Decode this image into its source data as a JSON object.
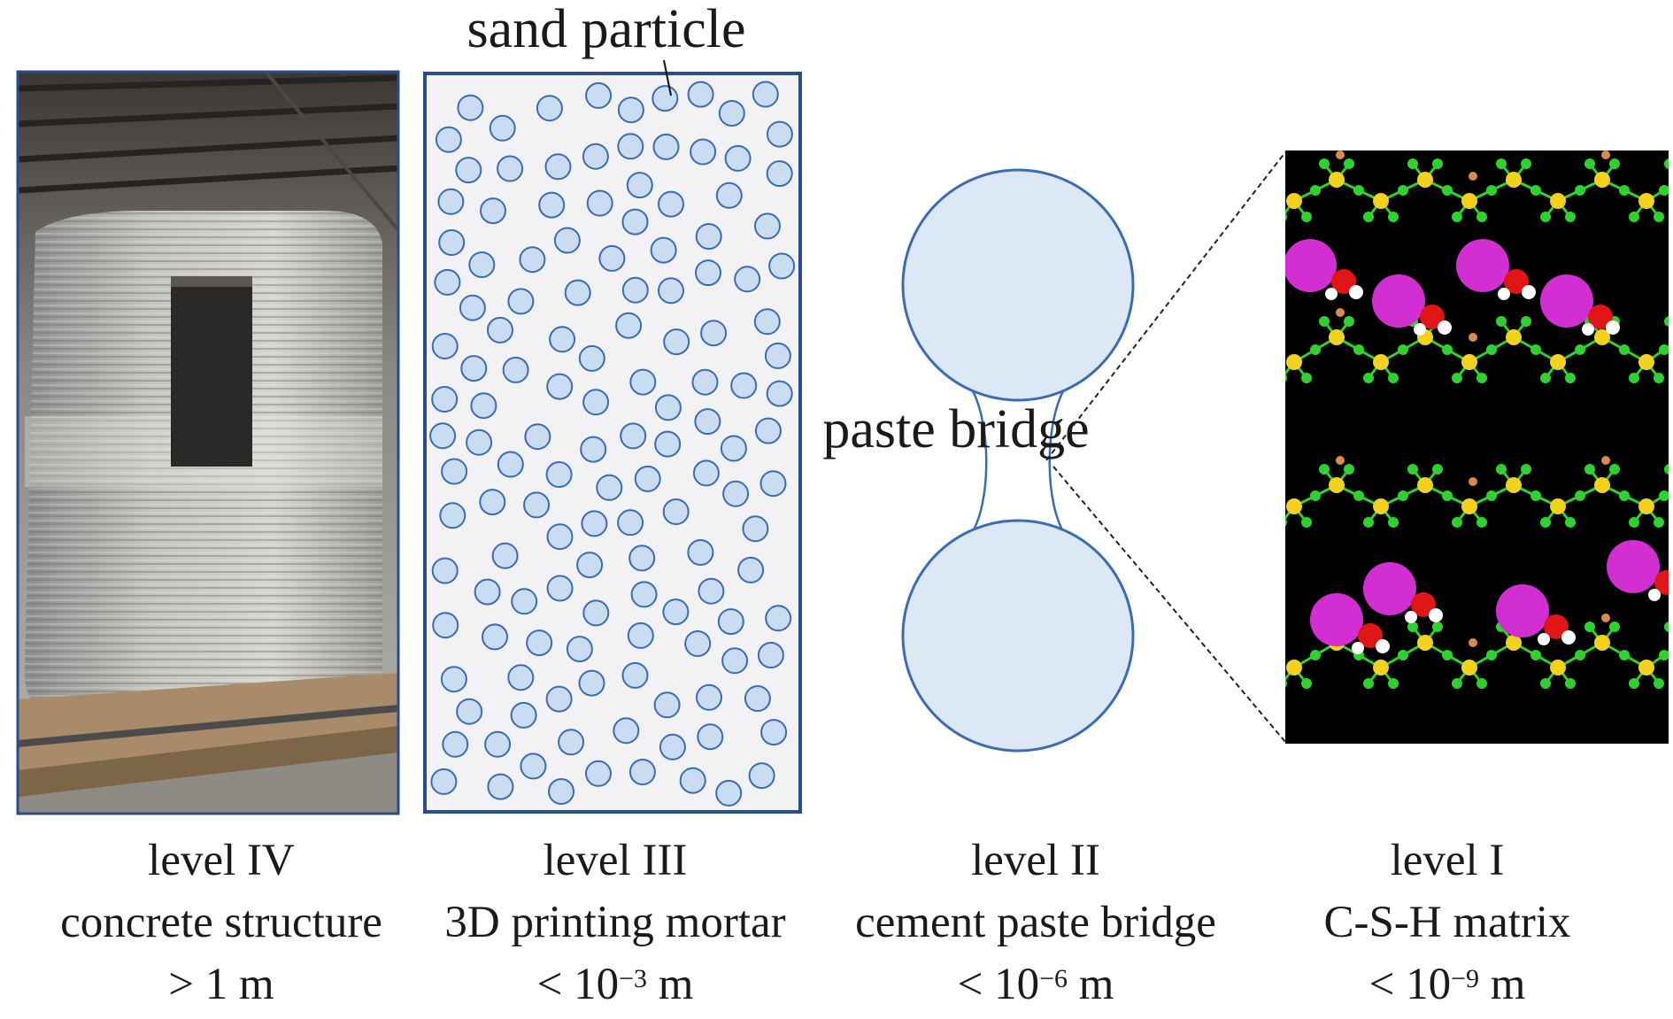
{
  "annotations": {
    "sand_particle": "sand particle",
    "paste_bridge": "paste bridge"
  },
  "levels": [
    {
      "level": "level IV",
      "name": "concrete structure",
      "scale_prefix": "> 1 m",
      "scale_exp": "",
      "scale_unit": ""
    },
    {
      "level": "level III",
      "name": "3D printing mortar",
      "scale_prefix": "< 10",
      "scale_exp": "−3",
      "scale_unit": " m"
    },
    {
      "level": "level II",
      "name": "cement paste bridge",
      "scale_prefix": "< 10",
      "scale_exp": "−6",
      "scale_unit": " m"
    },
    {
      "level": "level I",
      "name": "C-S-H matrix",
      "scale_prefix": "< 10",
      "scale_exp": "−9",
      "scale_unit": " m"
    }
  ],
  "colors": {
    "frame_blue": "#2b4c8c",
    "particle_fill": "#c9dcf2",
    "particle_stroke": "#3b6bb5",
    "mortar_bg": "#f2f2f4",
    "atom_si": "#f2d21e",
    "atom_o": "#2fd12f",
    "atom_ca": "#d22ed2",
    "atom_h": "#ffffff",
    "atom_ow": "#e01616",
    "atom_misc": "#d98a4e"
  },
  "icons": [
    "photo-3d-printed-building",
    "sand-particle-pattern",
    "paste-bridge-shape",
    "csh-molecular-model"
  ]
}
